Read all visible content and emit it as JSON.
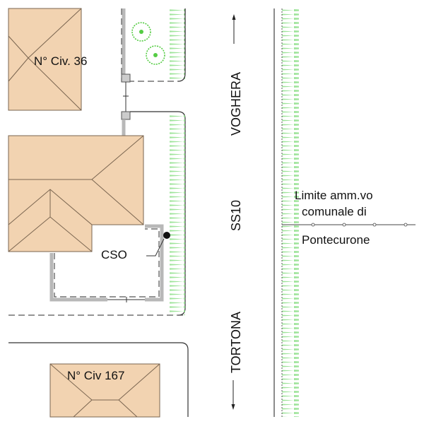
{
  "map": {
    "type": "site-plan",
    "labels": {
      "building_north": "N° Civ. 36",
      "building_south": "N° Civ 167",
      "cso": "CSO",
      "road_name": "SS10",
      "direction_north": "VOGHERA",
      "direction_south": "TORTONA",
      "boundary_line1": "Limite amm.vo",
      "boundary_line2": "comunale di",
      "boundary_line3": "Pontecurone"
    },
    "legend_symbols": {
      "roof": "hip-roof-building",
      "vegetation": "grass-hatch",
      "trees": "tree-symbol",
      "boundary": "municipal-boundary-line",
      "cso_point": "cso-marker-dot"
    },
    "colors": {
      "roof_fill": "#f2d3b1",
      "roof_stroke": "#7a6550",
      "grass": "#8ee08a",
      "tree": "#55cc44",
      "wall": "#b8b8b8",
      "text": "#111111"
    }
  }
}
